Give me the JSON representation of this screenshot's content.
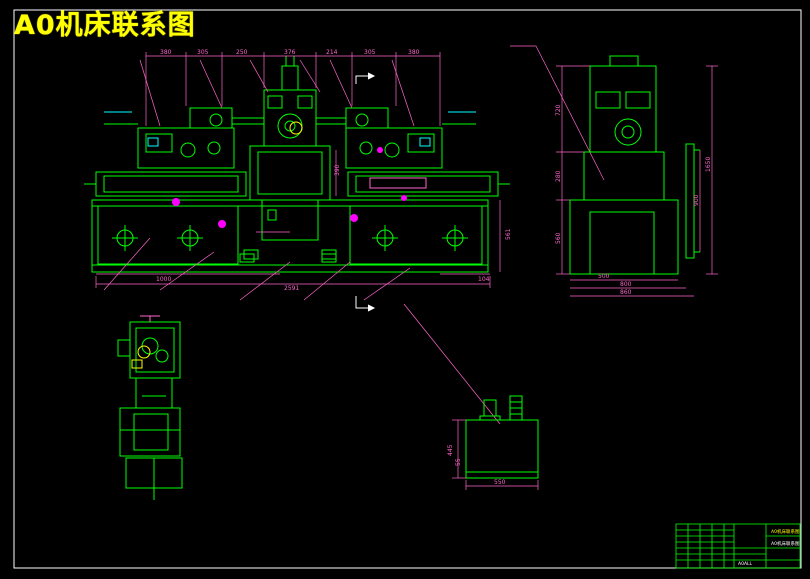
{
  "title": "A0机床联系图",
  "colors": {
    "background": "#000000",
    "title": "#ffff00",
    "frame": "#ffffff",
    "part_lines": "#00ff00",
    "dim_lines": "#ff66cc",
    "highlight": "#ffff00",
    "accent": "#ff00ff",
    "hatch": "#00ffff"
  },
  "dimensions": {
    "top": [
      "380",
      "305",
      "250",
      "376",
      "214",
      "305",
      "380"
    ],
    "front_height": "390",
    "front_side": "561",
    "front_bottom_left": "1000",
    "front_bottom_right": "104",
    "front_overall": "2591",
    "side_upper": "720",
    "side_middle": "280",
    "side_lower": "560",
    "side_total": "1650",
    "side_column": "900",
    "side_base_a": "500",
    "side_base_b": "800",
    "side_base_total": "860",
    "pump_h1": "445",
    "pump_h2": "55",
    "pump_width": "550"
  },
  "title_block": {
    "drawing_name": "A0机床联系图",
    "school": "A0机床联系图",
    "scale": "A0ALL"
  }
}
